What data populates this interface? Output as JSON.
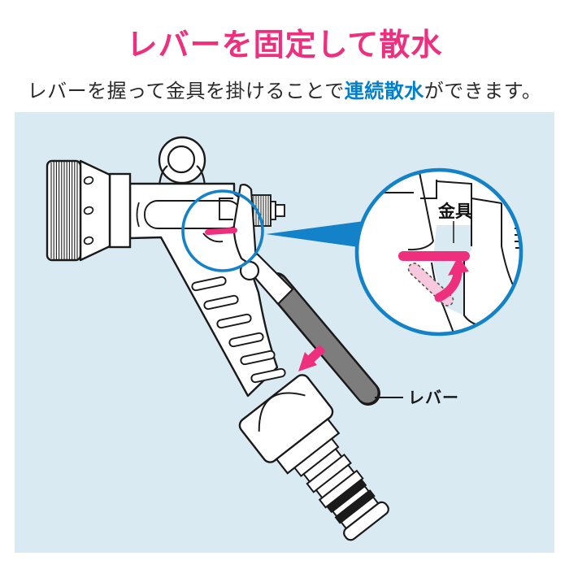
{
  "header": {
    "title": "レバーを固定して散水",
    "subtitle": {
      "prefix": "レバーを握って金具を掛けることで",
      "highlight": "連続散水",
      "suffix": "ができます。"
    }
  },
  "diagram": {
    "fitting_label": "金具",
    "lever_label": "レバー",
    "colors": {
      "title_pink": "#ee2f7e",
      "highlight_blue": "#0080cc",
      "panel_background": "#d9eaf3",
      "magnifier_blue": "#1482c8",
      "fitting_pink": "#ee2f7e",
      "fitting_previous_pink": "#f8c8de",
      "lever_gray": "#7d7d7d",
      "outline": "#1a1a1a"
    }
  }
}
